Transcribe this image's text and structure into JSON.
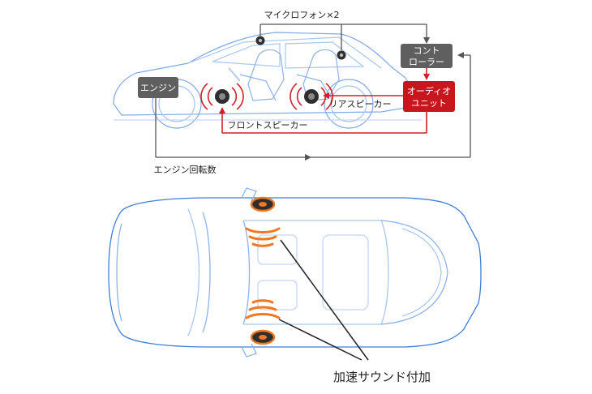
{
  "diagram": {
    "labels": {
      "microphones": "マイクロフォン×2",
      "controller_line1": "コント",
      "controller_line2": "ローラー",
      "audio_line1": "オーディオ",
      "audio_line2": "ユニット",
      "engine": "エンジン",
      "rear_speaker": "リアスピーカー",
      "front_speaker": "フロントスピーカー",
      "engine_rpm": "エンジン回転数",
      "added_sound": "加速サウンド付加"
    },
    "colors": {
      "car_outline": "#3f7fd8",
      "car_outline_light": "#a9c7ee",
      "signal_line": "#555555",
      "audio_line": "#d0202a",
      "box_gray": "#5f5f5f",
      "box_red": "#c8161e",
      "speaker_orange": "#f07820",
      "speaker_dark": "#2e2e2e"
    }
  }
}
